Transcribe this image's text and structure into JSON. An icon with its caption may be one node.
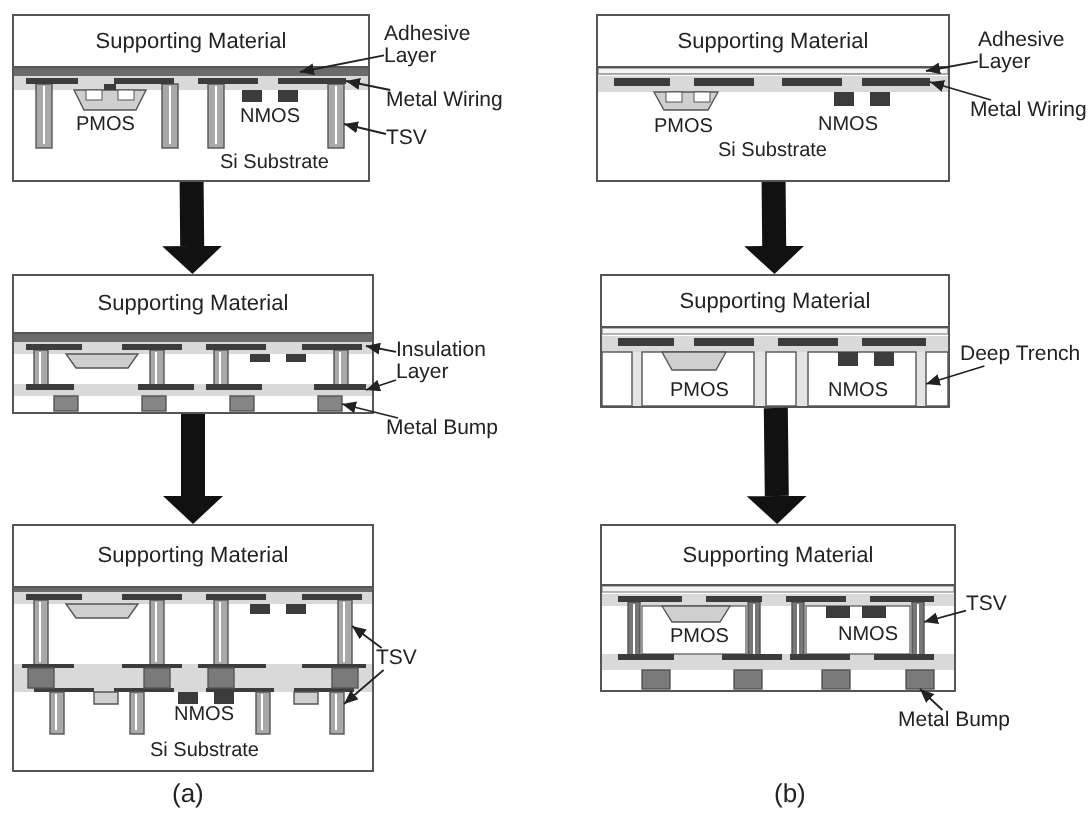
{
  "diagram": {
    "nodes": [
      {
        "text": [
          "PMOS",
          "NMOS",
          "Si Substrate"
        ]
      },
      {
        "text": [
          "Supporting Material"
        ],
        "in": 0
      },
      {
        "text": [],
        "shape": "bar",
        "in": 0
      },
      {
        "text": [],
        "shape": "bar",
        "in": 0
      },
      {
        "text": [],
        "shape": "bar",
        "in": 0
      },
      {
        "text": [
          "Adhesive Layer"
        ]
      },
      {
        "text": [
          "Metal Wiring"
        ]
      },
      {
        "text": [
          "TSV"
        ]
      },
      {
        "text": [],
        "shape": "picture"
      },
      {
        "text": [
          "Supporting Material"
        ],
        "in": 8
      },
      {
        "text": [],
        "shape": "bar",
        "in": 8
      },
      {
        "text": [],
        "shape": "bar",
        "in": 8
      },
      {
        "text": [],
        "shape": "box",
        "in": 8
      },
      {
        "text": [
          "Insulation Layer"
        ]
      },
      {
        "text": [
          "Metal Bump"
        ]
      },
      {
        "text": [
          "NMOS",
          "Si Substrate"
        ]
      },
      {
        "text": [
          "Supporting Material"
        ],
        "in": 15
      },
      {
        "text": [],
        "shape": "bar",
        "in": 15
      },
      {
        "text": [],
        "shape": "bar",
        "in": 15
      },
      {
        "text": [],
        "shape": "box",
        "in": 15
      },
      {
        "text": [],
        "shape": "box",
        "in": 15
      },
      {
        "text": [],
        "shape": "box",
        "in": 15
      },
      {
        "text": [],
        "shape": "box",
        "in": 15
      },
      {
        "text": [
          "TSV"
        ]
      },
      {
        "text": [
          "PMOS",
          "NMOS",
          "Si Substrate"
        ]
      },
      {
        "text": [
          "Supporting Material"
        ],
        "in": 24
      },
      {
        "text": [],
        "shape": "bar",
        "in": 24
      },
      {
        "text": [],
        "shape": "bar",
        "in": 24
      },
      {
        "text": [
          "Adhesive Layer"
        ]
      },
      {
        "text": [
          "Metal Wiring"
        ]
      },
      {
        "text": [
          "PMOS",
          "NMOS"
        ]
      },
      {
        "text": [
          "Supporting Material"
        ],
        "in": 30
      },
      {
        "text": [],
        "shape": "bar",
        "in": 30
      },
      {
        "text": [
          "Deep Trench"
        ]
      },
      {
        "text": [
          "PMOS",
          "NMOS"
        ]
      },
      {
        "text": [
          "Supporting Material"
        ],
        "in": 34
      },
      {
        "text": [],
        "shape": "bar",
        "in": 34
      },
      {
        "text": [],
        "shape": "box",
        "in": 34
      },
      {
        "text": [
          "TSV"
        ]
      },
      {
        "text": [
          "Metal Bump"
        ]
      }
    ],
    "edges": [
      {
        "from": 0,
        "to": 8,
        "arrow": "to",
        "style": "thick"
      },
      {
        "from": 8,
        "to": 15,
        "arrow": "to",
        "style": "thick"
      },
      {
        "from": 24,
        "to": 30,
        "arrow": "to",
        "style": "thick"
      },
      {
        "from": 30,
        "to": 34,
        "arrow": "to",
        "style": "thick"
      },
      {
        "from": 5,
        "to": 2,
        "arrow": "to"
      },
      {
        "from": 6,
        "to": 3,
        "arrow": "to"
      },
      {
        "from": 7,
        "to": 4,
        "arrow": "to"
      },
      {
        "from": 13,
        "to": 10,
        "arrow": "to"
      },
      {
        "from": 13,
        "to": 11,
        "arrow": "to"
      },
      {
        "from": 14,
        "to": 12,
        "arrow": "to"
      },
      {
        "from": 23,
        "to": 17,
        "arrow": "to"
      },
      {
        "from": 23,
        "to": 18,
        "arrow": "to"
      },
      {
        "from": 28,
        "to": 26,
        "arrow": "to"
      },
      {
        "from": 29,
        "to": 27,
        "arrow": "to"
      },
      {
        "from": 33,
        "to": 32,
        "arrow": "to"
      },
      {
        "from": 38,
        "to": 36,
        "arrow": "to"
      },
      {
        "from": 39,
        "to": 37,
        "arrow": "to"
      }
    ],
    "labels": [
      "(a)",
      "(b)"
    ]
  }
}
